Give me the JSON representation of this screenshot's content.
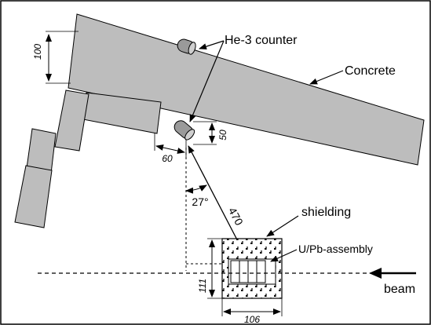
{
  "labels": {
    "he3_counter": "He-3 counter",
    "concrete": "Concrete",
    "shielding": "shielding",
    "assembly": "U/Pb-assembly",
    "beam": "beam"
  },
  "dimensions": {
    "concrete_thickness": "100",
    "counter_offset_horizontal": "60",
    "counter_offset_vertical": "50",
    "angle": "27°",
    "distance": "470",
    "shield_height": "111",
    "shield_width": "106"
  },
  "colors": {
    "concrete_fill": "#bdbdbd",
    "outline": "#000000"
  }
}
